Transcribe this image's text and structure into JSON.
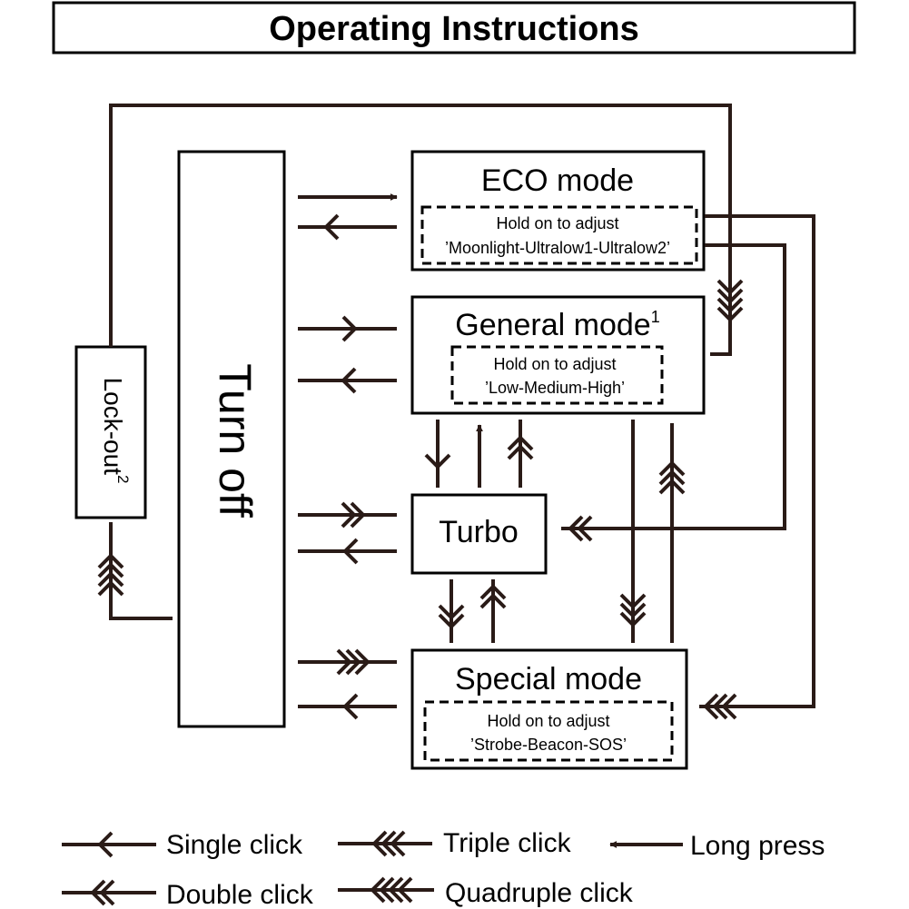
{
  "title": "Operating Instructions",
  "colors": {
    "line": "#2a1b17",
    "box": "#000000",
    "background": "#ffffff"
  },
  "boxes": {
    "turn_off": "Turn off",
    "lockout": {
      "label": "Lock-out",
      "sup": "2"
    },
    "eco": {
      "title": "ECO mode",
      "hint_line1": "Hold on to adjust",
      "hint_line2": "’Moonlight-Ultralow1-Ultralow2’"
    },
    "general": {
      "title": "General mode",
      "sup": "1",
      "hint_line1": "Hold on to adjust",
      "hint_line2": "’Low-Medium-High’"
    },
    "turbo": "Turbo",
    "special": {
      "title": "Special mode",
      "hint_line1": "Hold on to adjust",
      "hint_line2": "’Strobe-Beacon-SOS’"
    }
  },
  "legend": {
    "single": "Single click",
    "double": "Double click",
    "triple": "Triple click",
    "quadruple": "Quadruple click",
    "long": "Long press"
  }
}
